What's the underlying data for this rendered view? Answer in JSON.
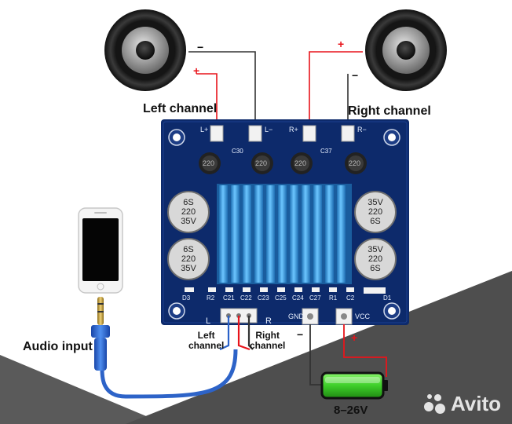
{
  "labels": {
    "left_channel": "Left channel",
    "right_channel": "Right channel",
    "audio_input": "Audio input",
    "voltage": "8–26V",
    "input_left_channel": "Left\nchannel",
    "input_right_channel": "Right\nchannel"
  },
  "polarity": {
    "plus": "+",
    "minus": "−"
  },
  "board": {
    "left_cap_text": [
      "6S",
      "220",
      "35V"
    ],
    "right_cap_text": [
      "35V",
      "220",
      "6S"
    ],
    "small_cap_text": "220",
    "pins": {
      "gnd": "GND",
      "vcc": "VCC",
      "in_l": "L",
      "in_r": "R",
      "out_l_plus": "L+",
      "out_l_minus": "L−",
      "out_r_plus": "R+",
      "out_r_minus": "R−"
    },
    "silkscreen": [
      "D3",
      "R2",
      "C21",
      "C22",
      "C23",
      "C25",
      "C24",
      "C27",
      "R1",
      "C2",
      "D1",
      "C30",
      "C37"
    ]
  },
  "watermark": "Avito",
  "colors": {
    "pcb": "#0d2a6b",
    "heatsink": "#3fa3e8",
    "wire_red": "#e8141b",
    "wire_black": "#333333",
    "battery_green": "#3ecf2a"
  }
}
